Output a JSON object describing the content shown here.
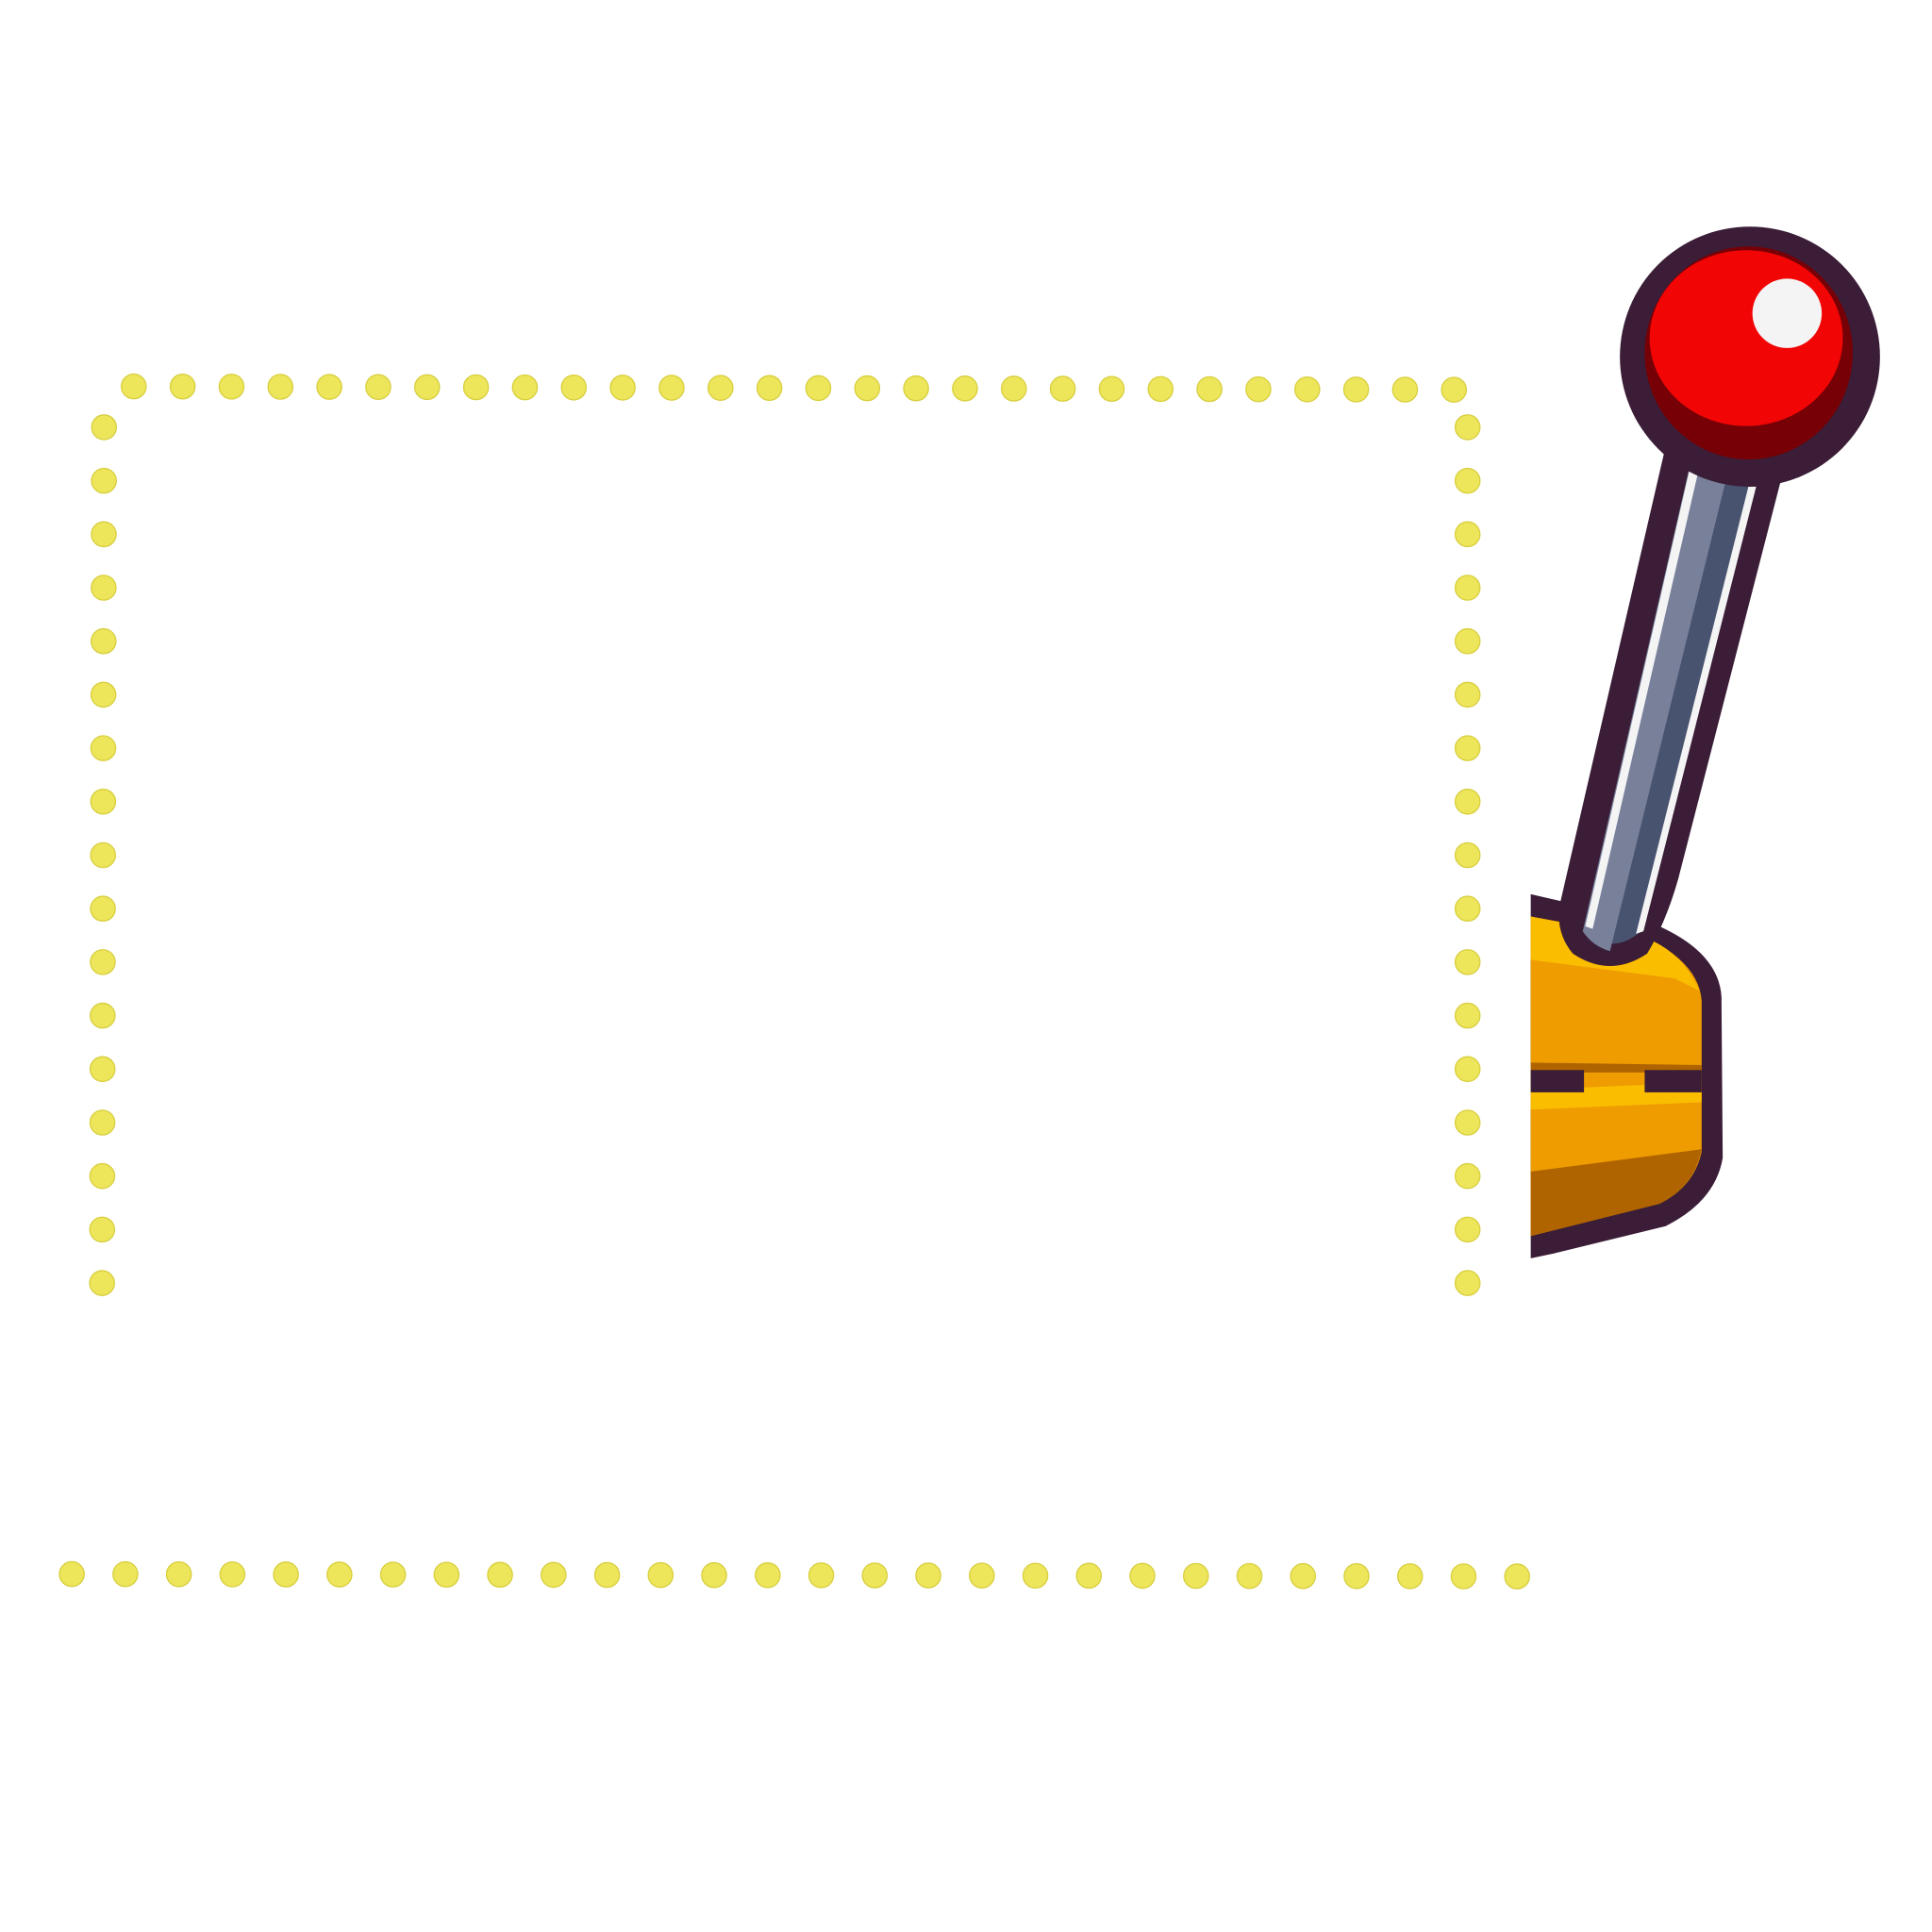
{
  "scene": {
    "frame": {
      "style": "dotted",
      "dot_color": "#ede55a",
      "top_row_dots": 28,
      "side_column_dots": 17,
      "bottom_row_dots": 28
    },
    "lever": {
      "icon": "slot-machine-lever-icon",
      "knob_color": "#f20505",
      "knob_shadow_color": "#760006",
      "highlight_color": "#f4f4f4",
      "outline_color": "#3b1d37",
      "shaft_light_color": "#78809a",
      "shaft_dark_color": "#48536f",
      "base_color": "#ee9c00",
      "base_light_color": "#fbbd00",
      "base_dark_color": "#b06400"
    }
  }
}
